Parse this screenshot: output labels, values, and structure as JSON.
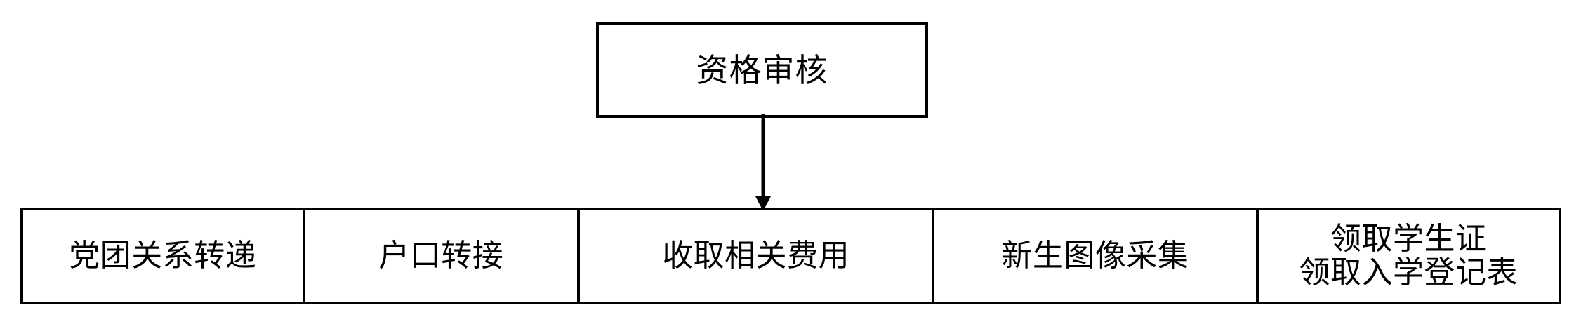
{
  "diagram": {
    "type": "flowchart",
    "background_color": "#ffffff",
    "line_color": "#000000",
    "text_color": "#000000",
    "top_node": {
      "label": "资格审核"
    },
    "connector": {
      "icon": "down-arrow-icon",
      "from": "资格审核",
      "to": "收取相关费用",
      "direction": "down",
      "arrowhead": "filled-triangle"
    },
    "bottom_row": {
      "cells": [
        {
          "label": "党团关系转递",
          "lines": [
            "党团关系转递"
          ]
        },
        {
          "label": "户口转接",
          "lines": [
            "户口转接"
          ]
        },
        {
          "label": "收取相关费用",
          "lines": [
            "收取相关费用"
          ]
        },
        {
          "label": "新生图像采集",
          "lines": [
            "新生图像采集"
          ]
        },
        {
          "label": "领取学生证\n领取入学登记表",
          "lines": [
            "领取学生证",
            "领取入学登记表"
          ]
        }
      ]
    }
  }
}
